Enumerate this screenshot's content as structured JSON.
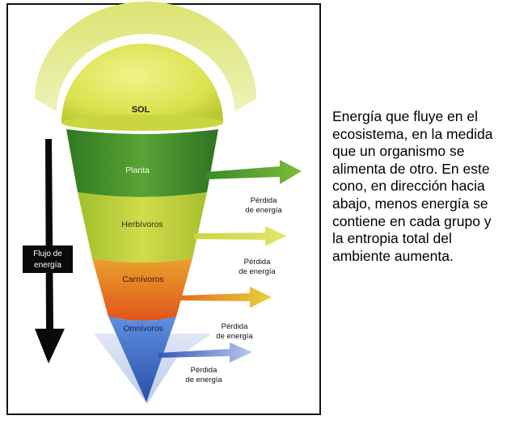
{
  "diagram": {
    "sun_label": "SOL",
    "flow_label_line1": "Flujo de",
    "flow_label_line2": "energía",
    "levels": [
      {
        "label": "Planta",
        "color": "#4f9a2e"
      },
      {
        "label": "Herbívoros",
        "color": "#b8cf3a"
      },
      {
        "label": "Carnívoros",
        "color": "#e8781f"
      },
      {
        "label": "Omnívoros",
        "color": "#3a6bc9"
      }
    ],
    "losses": [
      {
        "line1": "Pérdida",
        "line2": "de energía"
      },
      {
        "line1": "Pérdida",
        "line2": "de energía"
      },
      {
        "line1": "Pérdida",
        "line2": "de energía"
      },
      {
        "line1": "Pérdida",
        "line2": "de energía"
      }
    ],
    "colors": {
      "sun": "#d7e04a",
      "sun_halo": "#d6e26a",
      "flow_arrow": "#0a0a0a"
    }
  },
  "caption": {
    "text": "Energía que fluye en el ecosistema, en la medida que un organismo se alimenta de otro. En este cono, en dirección hacia abajo, menos energía se contiene en cada grupo y la entropia total del ambiente aumenta."
  }
}
